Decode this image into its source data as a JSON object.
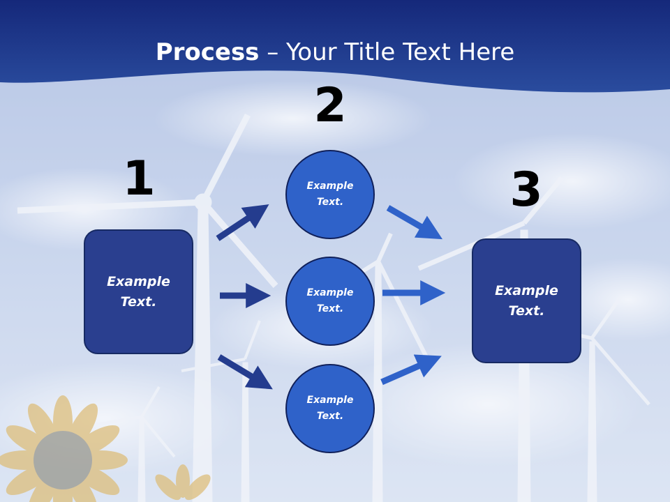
{
  "slide": {
    "title_bold": "Process",
    "title_rest": " – Your Title Text Here",
    "steps": [
      {
        "number": "1",
        "text": "Example Text."
      },
      {
        "number": "2",
        "items": [
          "Example Text.",
          "Example Text.",
          "Example Text."
        ]
      },
      {
        "number": "3",
        "text": "Example Text."
      }
    ]
  },
  "colors": {
    "header_band": "#1f3d8f",
    "box_fill": "#2a3f8f",
    "circle_fill": "#2f62c9",
    "arrow_dark": "#243c8e",
    "arrow_light": "#2f62c9"
  }
}
